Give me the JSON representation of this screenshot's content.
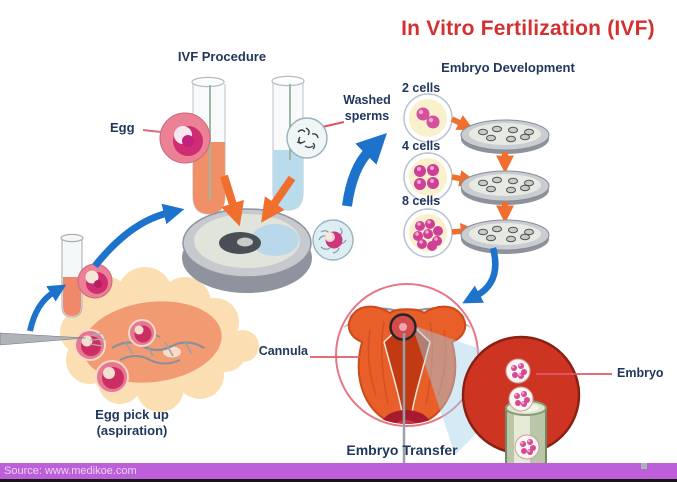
{
  "title": "In Vitro Fertilization (IVF)",
  "sections": {
    "ivf_procedure": "IVF Procedure",
    "embryo_development": "Embryo Development"
  },
  "labels": {
    "egg": "Egg",
    "washed_sperms": [
      "Washed",
      "sperms"
    ],
    "cells": [
      "2 cells",
      "4 cells",
      "8 cells"
    ],
    "egg_pickup": [
      "Egg pick up",
      "(aspiration)"
    ],
    "cannula": "Cannula",
    "embryo_transfer": "Embryo Transfer",
    "embryo": "Embryo"
  },
  "footer": {
    "source": "Source: www.medikoe.com"
  },
  "colors": {
    "title_red": "#d43030",
    "label_navy": "#21375e",
    "arrow_blue": "#1d72cc",
    "arrow_orange": "#f06f2e",
    "footer_purple": "#bd5fd8",
    "uterus_orange": "#e85f2a",
    "zoom_circle_red": "#cd3522"
  }
}
